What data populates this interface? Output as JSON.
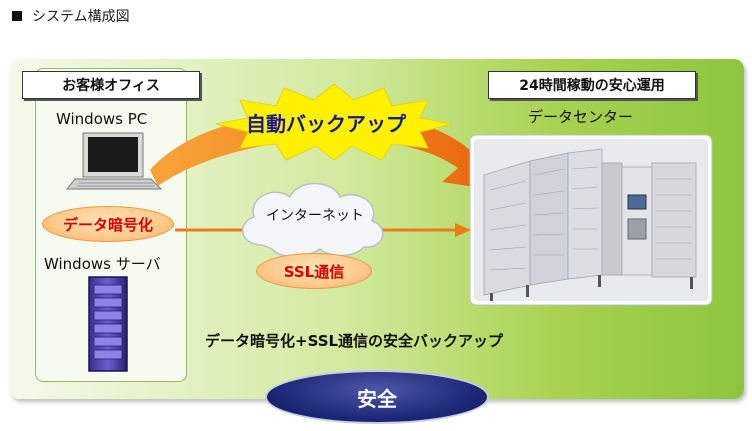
{
  "heading": {
    "bullet": "■",
    "text": "システム構成図"
  },
  "office": {
    "title": "お客様オフィス",
    "windows_pc": "Windows PC",
    "encryption": "データ暗号化",
    "windows_server": "Windows サーバ"
  },
  "datacenter": {
    "title": "24時間稼動の安心運用",
    "label": "データセンター"
  },
  "backup_banner": "自動バックアップ",
  "internet": {
    "label": "インターネット",
    "ssl": "SSL通信"
  },
  "summary": "データ暗号化+SSL通信の安全バックアップ",
  "safe": "安全",
  "colors": {
    "panel_green": "#8cc63e",
    "arrow_orange": "#f07a1a",
    "banner_yellow": "#ffef00",
    "banner_text": "#1a1a8c",
    "safe_navy": "#1e2a7a",
    "red_text": "#d40000"
  }
}
